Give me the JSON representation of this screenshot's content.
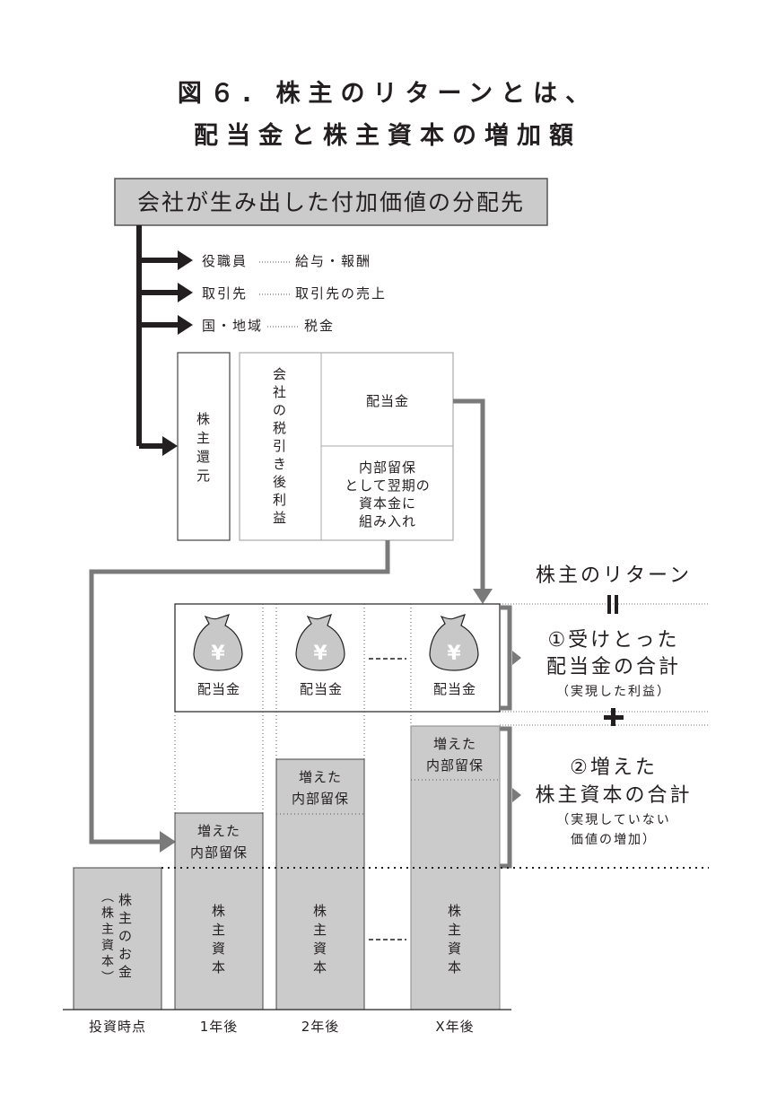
{
  "title": {
    "line1": "図６. 株主のリターンとは、",
    "line2": "配当金と株主資本の増加額"
  },
  "header_box": "会社が生み出した付加価値の分配先",
  "distribution": [
    {
      "recipient": "役職員",
      "item": "給与・報酬"
    },
    {
      "recipient": "取引先",
      "item": "取引先の売上"
    },
    {
      "recipient": "国・地域",
      "item": "税金"
    }
  ],
  "shareholder_return_box": [
    "株",
    "主",
    "還",
    "元"
  ],
  "after_tax_profit": [
    "会",
    "社",
    "の",
    "税",
    "引",
    "き",
    "後",
    "利",
    "益"
  ],
  "dividend_cell": "配当金",
  "retained_cell": [
    "内部留保",
    "として翌期の",
    "資本金に",
    "組み入れ"
  ],
  "return_label": "株主のリターン",
  "equals_symbol": "||",
  "plus_symbol": "+",
  "component1": {
    "line1": "①受けとった",
    "line2": "配当金の合計",
    "note": "（実現した利益）"
  },
  "component2": {
    "line1": "②増えた",
    "line2": "株主資本の合計",
    "note1": "（実現していない",
    "note2": "価値の増加）"
  },
  "dividend_label": "配当金",
  "yen_symbol": "¥",
  "ellipsis": "-----",
  "increased_retained": [
    "増えた",
    "内部留保"
  ],
  "equity_label": [
    "株",
    "主",
    "資",
    "本"
  ],
  "initial_money": {
    "main": [
      "株",
      "主",
      "の",
      "お",
      "金"
    ],
    "paren": [
      "︵",
      "株",
      "主",
      "資",
      "本",
      "︶"
    ]
  },
  "timeline": [
    "投資時点",
    "1年後",
    "2年後",
    "X年後"
  ],
  "colors": {
    "bar_fill": "#cbcbcb",
    "arrow_gray": "#7a7a7a",
    "arrow_black": "#231f20",
    "bag_fill": "#c8c8c8"
  }
}
